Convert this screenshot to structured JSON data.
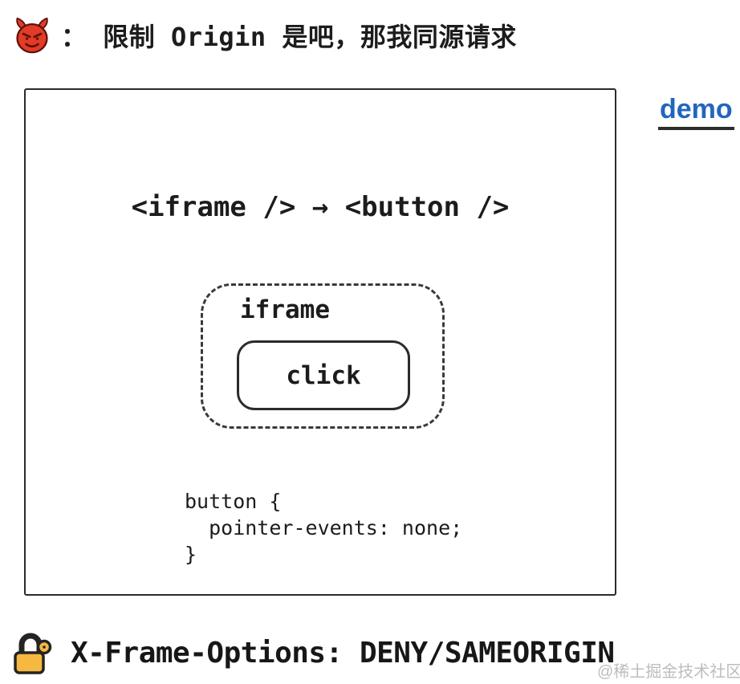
{
  "header": {
    "emoji": "👿",
    "emoji_name": "devil-face-emoji",
    "text": "： 限制 Origin 是吧，那我同源请求"
  },
  "demo_link": {
    "label": "demo"
  },
  "diagram": {
    "tagline": "<iframe /> → <button />",
    "iframe_label": "iframe",
    "click_button_label": "click",
    "code": "button {\n  pointer-events: none;\n}"
  },
  "footer": {
    "emoji": "🔐",
    "emoji_name": "closed-lock-with-key-emoji",
    "text": "X-Frame-Options: DENY/SAMEORIGIN"
  },
  "watermark": "@稀土掘金技术社区",
  "colors": {
    "link_blue": "#2166bd",
    "ink": "#1c1c1c",
    "devil_red": "#e23b27",
    "lock_gold": "#f5b841",
    "watermark_gray": "#bdbdbd"
  }
}
